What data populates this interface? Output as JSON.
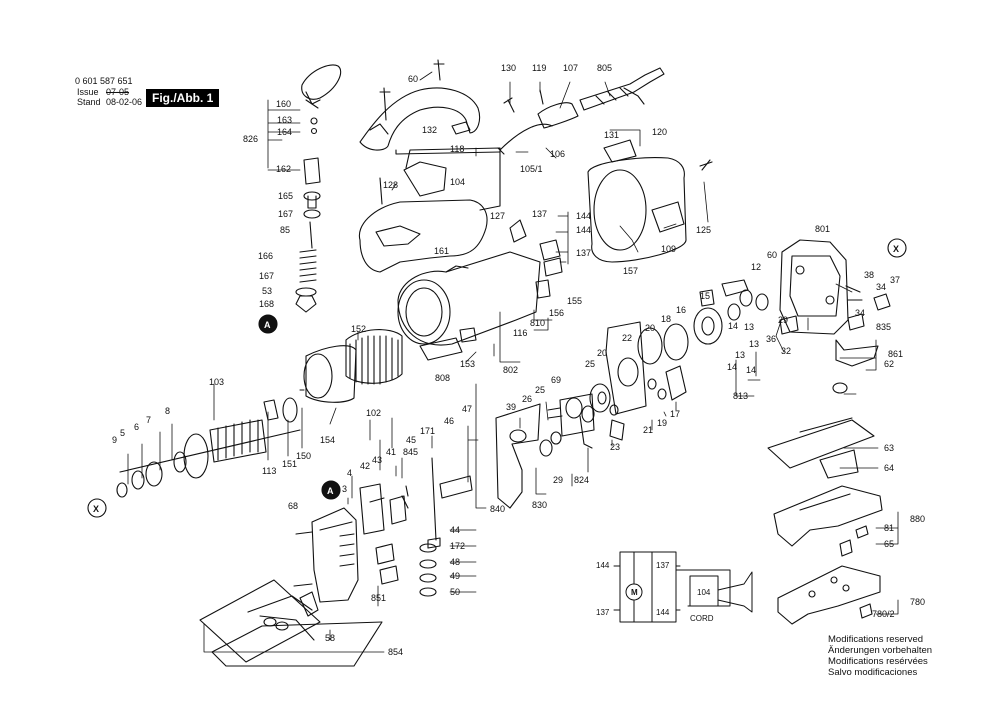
{
  "header": {
    "part_number": "0 601 587 651",
    "issue_label": "Issue",
    "issue_value": "07-05",
    "stand_label": "Stand",
    "stand_value": "08-02-06",
    "figure_label": "Fig./Abb. 1"
  },
  "footnote": [
    "Modifications reserved",
    "Änderungen vorbehalten",
    "Modifications resérvées",
    "Salvo modificaciones"
  ],
  "callouts": {
    "p60a": "60",
    "p130": "130",
    "p119": "119",
    "p107": "107",
    "p805": "805",
    "p160": "160",
    "p163": "163",
    "p164": "164",
    "p826": "826",
    "p162": "162",
    "p132": "132",
    "p118": "118",
    "p131": "131",
    "p120": "120",
    "p106": "106",
    "p105_1": "105/1",
    "p128": "128",
    "p104": "104",
    "p165": "165",
    "p167a": "167",
    "p85": "85",
    "p166": "166",
    "p167b": "167",
    "p53": "53",
    "p168": "168",
    "p127": "127",
    "p137a": "137",
    "p144a": "144",
    "p144b": "144",
    "p137b": "137",
    "p161": "161",
    "p125": "125",
    "p109": "109",
    "p157": "157",
    "p801": "801",
    "p12": "12",
    "p60b": "60",
    "p38": "38",
    "p37": "37",
    "p34": "34",
    "p155": "155",
    "p156": "156",
    "p810": "810",
    "p116": "116",
    "p152": "152",
    "p153": "153",
    "p808": "808",
    "p802": "802",
    "p102": "102",
    "p15": "15",
    "p16": "16",
    "p18": "18",
    "p20a": "20",
    "p22": "22",
    "p14a": "14",
    "p13a": "13",
    "p36": "36",
    "p29a": "29",
    "p32": "32",
    "p835": "835",
    "p861": "861",
    "p62": "62",
    "p13b": "13",
    "p14b": "14",
    "p813": "813",
    "p103": "103",
    "p7": "7",
    "p6": "6",
    "p5": "5",
    "p9": "9",
    "p8": "8",
    "p113": "113",
    "p151": "151",
    "p150": "150",
    "p154": "154",
    "p47": "47",
    "p46": "46",
    "p171": "171",
    "p45": "45",
    "p845": "845",
    "p41": "41",
    "p43": "43",
    "p42": "42",
    "p4": "4",
    "p3": "3",
    "p39": "39",
    "p26": "26",
    "p25a": "25",
    "p69": "69",
    "p25b": "25",
    "p20b": "20",
    "p21": "21",
    "p19": "19",
    "p17": "17",
    "p23": "23",
    "p29b": "29",
    "p830": "830",
    "p824": "824",
    "p63": "63",
    "p64": "64",
    "p880": "880",
    "p81": "81",
    "p65": "65",
    "p780": "780",
    "p780_2": "780/2",
    "p68": "68",
    "p840": "840",
    "p44": "44",
    "p172": "172",
    "p48": "48",
    "p49": "49",
    "p50": "50",
    "p851": "851",
    "p58": "58",
    "p854": "854",
    "ref_a": "A",
    "ref_x": "X"
  },
  "wiring": {
    "top_left": "144",
    "top_right": "137",
    "bottom_left": "137",
    "bottom_right": "144",
    "motor": "M",
    "switch": "104",
    "cord": "CORD"
  }
}
